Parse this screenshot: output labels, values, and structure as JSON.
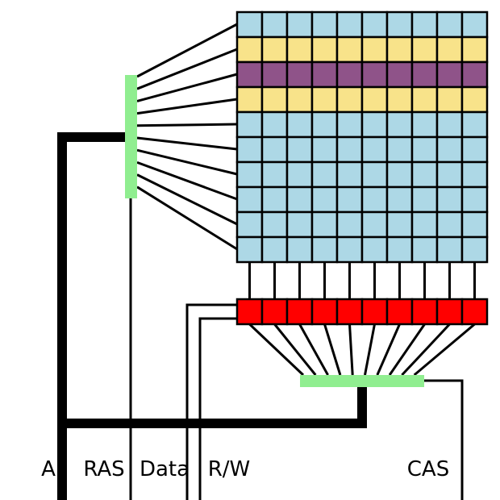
{
  "labels": {
    "address": "A",
    "ras": "RAS",
    "data": "Data",
    "read_write": "R/W",
    "cas": "CAS"
  },
  "memory_array": {
    "rows": 10,
    "columns": 10,
    "highlighted_rows": [
      {
        "row": 1,
        "role": "adjacent"
      },
      {
        "row": 2,
        "role": "selected"
      },
      {
        "row": 3,
        "role": "adjacent"
      }
    ]
  },
  "colors": {
    "cell_default": "#add8e6",
    "cell_adjacent": "#f8e38a",
    "cell_selected": "#8f5389",
    "sense_amplifier": "#ff0000",
    "decoder": "#90ee90",
    "line": "#000000",
    "background": "#ffffff"
  }
}
